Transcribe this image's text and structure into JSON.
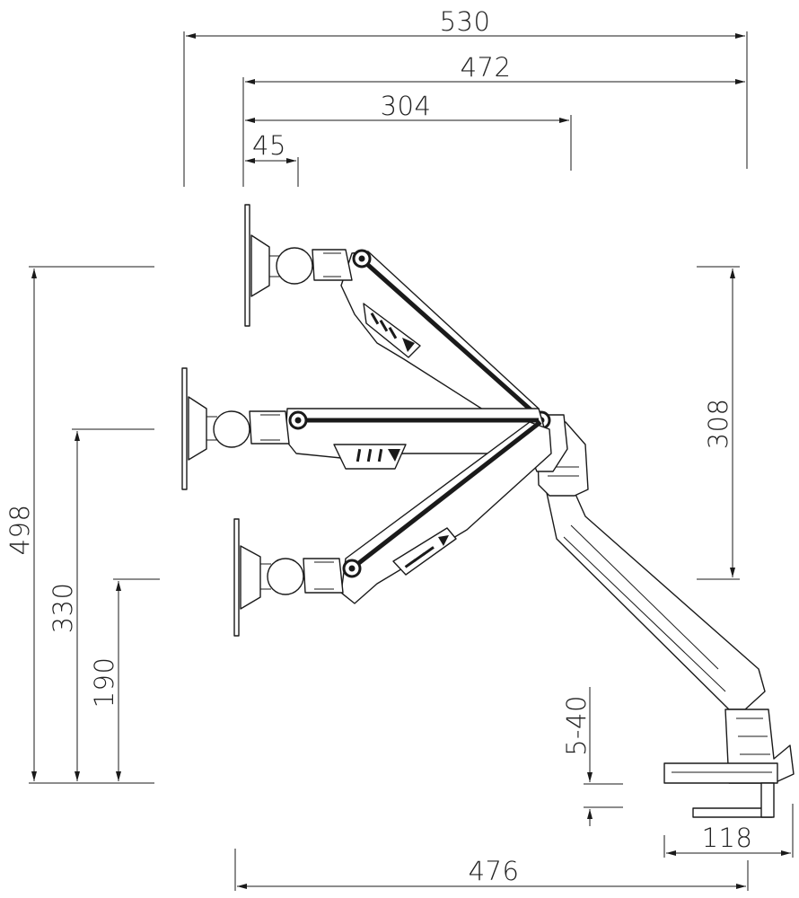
{
  "dimensions": {
    "overall_width": "530",
    "arm_reach": "472",
    "mid_reach": "304",
    "offset": "45",
    "total_height": "498",
    "mid_height": "330",
    "low_height": "190",
    "vertical_travel": "308",
    "desk_thickness": "5-40",
    "clamp_depth": "118",
    "base_reach": "476"
  }
}
